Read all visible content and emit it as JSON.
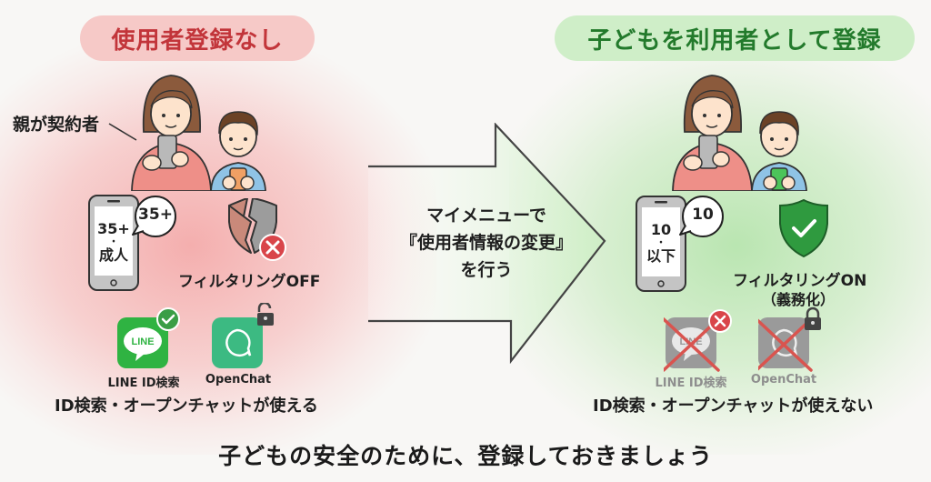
{
  "left_panel": {
    "title": "使用者登録なし",
    "parent_label": "親が契約者",
    "age_phone": {
      "line1": "35+",
      "dot": "・",
      "line2": "成人",
      "bubble": "35+"
    },
    "filter_label": "フィルタリングOFF",
    "apps": [
      {
        "name": "LINE",
        "label": "LINE ID検索",
        "status": "check"
      },
      {
        "name": "OpenChat",
        "label": "OpenChat",
        "status": "unlocked"
      }
    ],
    "summary": "ID検索・オープンチャットが使える"
  },
  "arrow": {
    "line1": "マイメニューで",
    "line2": "『使用者情報の変更』",
    "line3": "を行う"
  },
  "right_panel": {
    "title": "子どもを利用者として登録",
    "age_phone": {
      "line1": "10",
      "dot": "・",
      "line2": "以下",
      "bubble": "10"
    },
    "filter_label": "フィルタリングON",
    "filter_sub": "（義務化）",
    "apps": [
      {
        "name": "LINE",
        "label": "LINE ID検索",
        "status": "blocked"
      },
      {
        "name": "OpenChat",
        "label": "OpenChat",
        "status": "locked"
      }
    ],
    "summary": "ID検索・オープンチャットが使えない"
  },
  "footer": {
    "message": "子どもの安全のために、登録しておきましょう"
  },
  "colors": {
    "warn_red": "#c2353a",
    "pill_red": "#f6c9c7",
    "ok_green": "#237a2c",
    "pill_green": "#cfeec8",
    "line_green": "#2fb342",
    "openchat_green": "#3cba82",
    "shield_green": "#2f9a3f",
    "badge_red": "#d9454a"
  }
}
